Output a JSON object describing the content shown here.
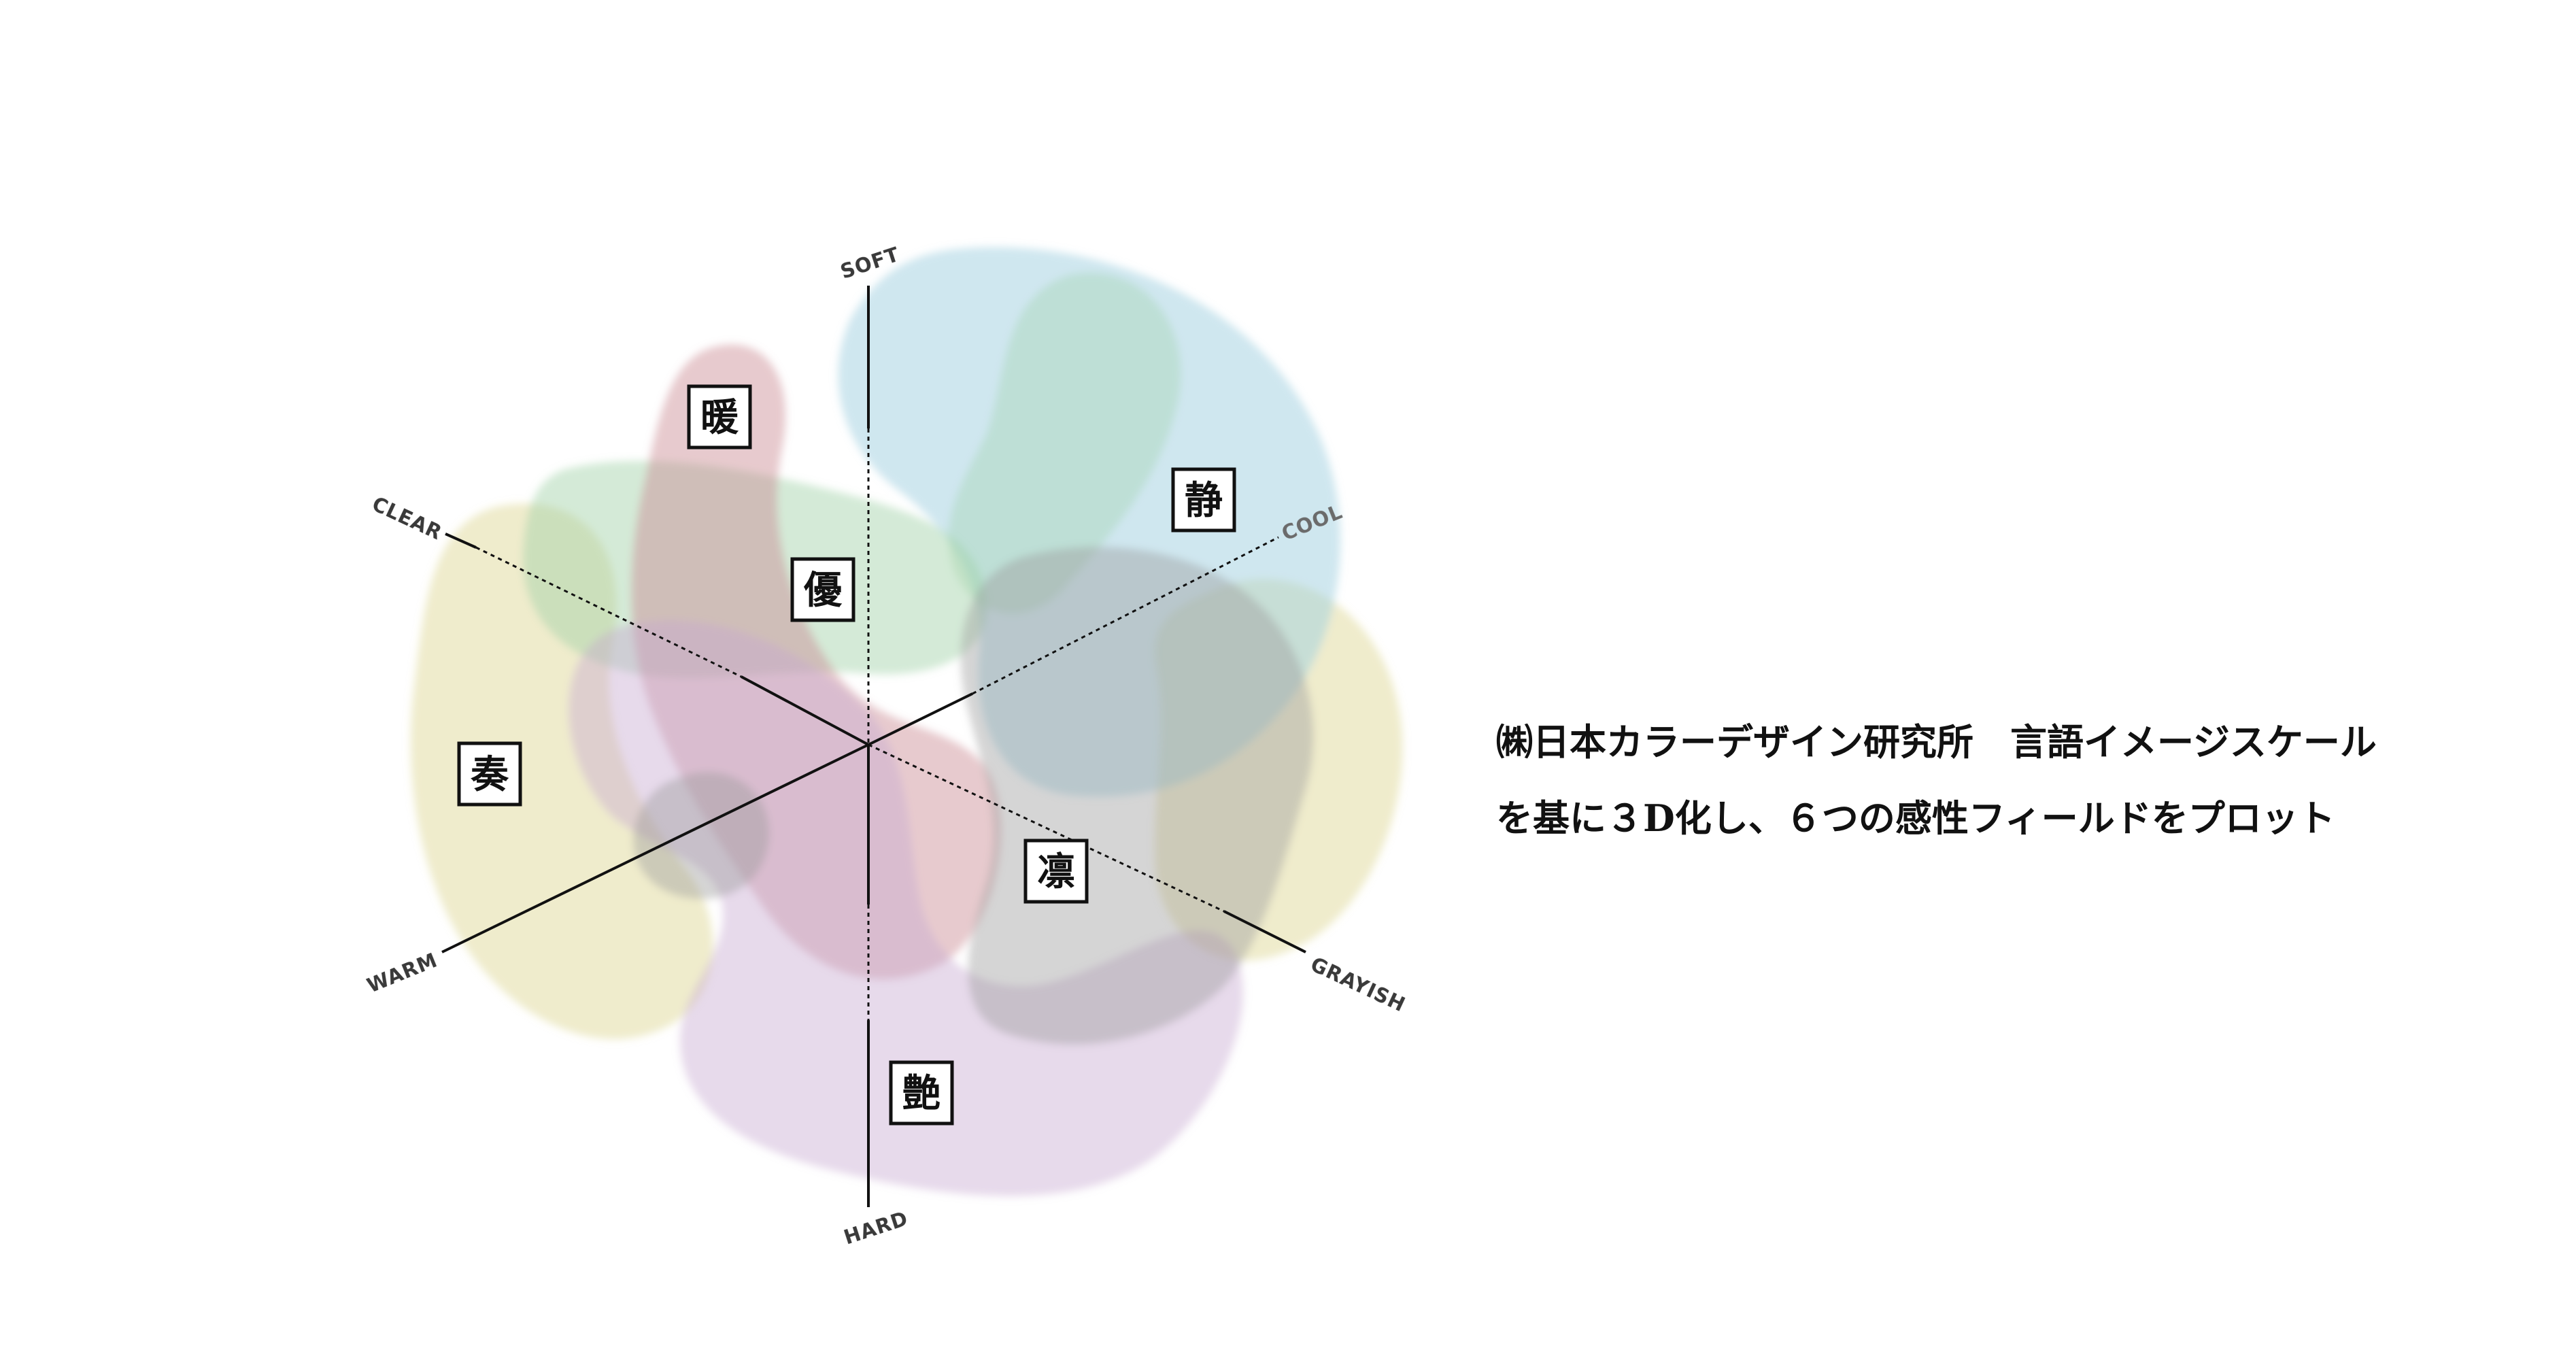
{
  "axes": {
    "soft": "SOFT",
    "hard": "HARD",
    "clear": "CLEAR",
    "grayish": "GRAYISH",
    "cool": "COOL",
    "warm": "WARM"
  },
  "fields": [
    {
      "id": "dan",
      "label": "暖",
      "color": "#c98a93"
    },
    {
      "id": "sei",
      "label": "静",
      "color": "#9fcfe0"
    },
    {
      "id": "yu",
      "label": "優",
      "color": "#9fd0a6"
    },
    {
      "id": "sou",
      "label": "奏",
      "color": "#dcd58f"
    },
    {
      "id": "rin",
      "label": "凛",
      "color": "#9a9a9a"
    },
    {
      "id": "en",
      "label": "艶",
      "color": "#c6a6cf"
    }
  ],
  "caption": {
    "line1": "㈱日本カラーデザイン研究所　言語イメージスケール",
    "line2": "を基に３D化し、６つの感性フィールドをプロット"
  }
}
